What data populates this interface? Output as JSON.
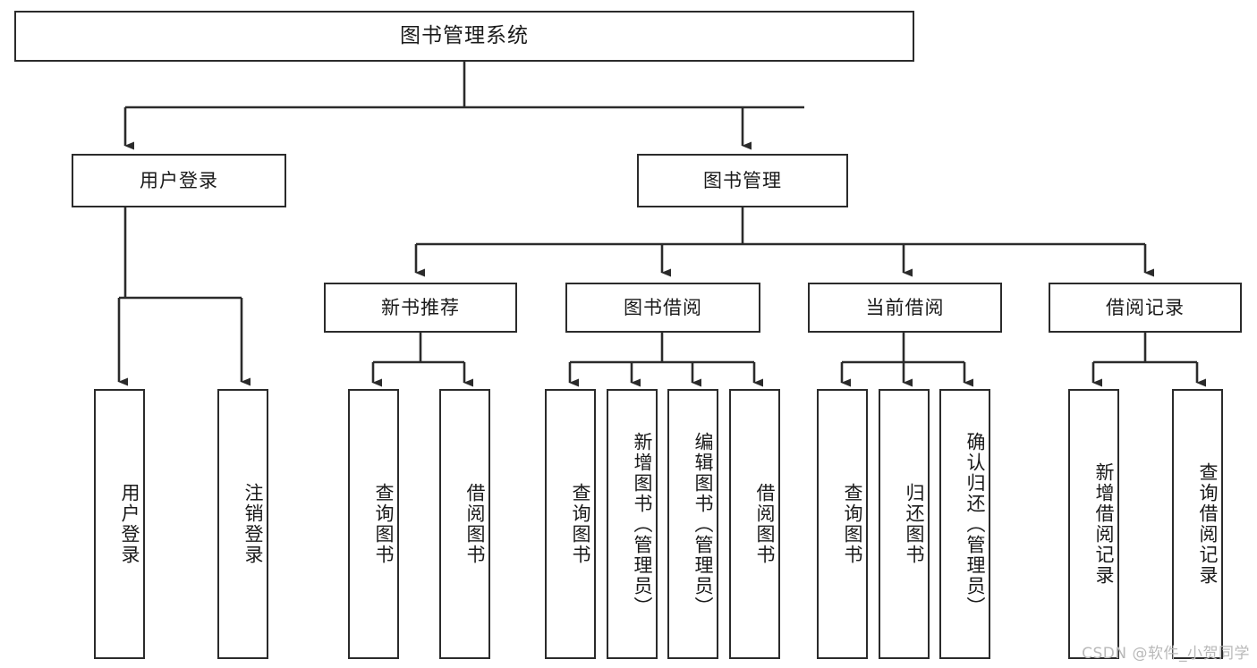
{
  "diagram": {
    "type": "tree-hierarchy-chart",
    "title": "图书管理系统",
    "colors": {
      "stroke": "#2b2b2b",
      "fill": "#ffffff",
      "text": "#1a1a1a",
      "watermark": "#b9b9b9"
    },
    "levels": {
      "level1": [
        {
          "id": "root",
          "label": "图书管理系统",
          "orientation": "horizontal"
        }
      ],
      "level2": [
        {
          "id": "user-login",
          "label": "用户登录",
          "orientation": "horizontal"
        },
        {
          "id": "book-manage",
          "label": "图书管理",
          "orientation": "horizontal"
        }
      ],
      "level3": [
        {
          "id": "new-book-recommend",
          "label": "新书推荐",
          "orientation": "horizontal",
          "parent": "book-manage"
        },
        {
          "id": "book-borrow",
          "label": "图书借阅",
          "orientation": "horizontal",
          "parent": "book-manage"
        },
        {
          "id": "current-borrow",
          "label": "当前借阅",
          "orientation": "horizontal",
          "parent": "book-manage"
        },
        {
          "id": "borrow-record",
          "label": "借阅记录",
          "orientation": "horizontal",
          "parent": "book-manage"
        }
      ],
      "level4": [
        {
          "id": "leaf-user-login",
          "label": "用户登录",
          "orientation": "vertical",
          "parent": "user-login"
        },
        {
          "id": "leaf-logout",
          "label": "注销登录",
          "orientation": "vertical",
          "parent": "user-login"
        },
        {
          "id": "leaf-query-book-1",
          "label": "查询图书",
          "orientation": "vertical",
          "parent": "new-book-recommend"
        },
        {
          "id": "leaf-borrow-book-1",
          "label": "借阅图书",
          "orientation": "vertical",
          "parent": "new-book-recommend"
        },
        {
          "id": "leaf-query-book-2",
          "label": "查询图书",
          "orientation": "vertical",
          "parent": "book-borrow"
        },
        {
          "id": "leaf-add-book",
          "label": "新增图书（管理员）",
          "orientation": "vertical",
          "parent": "book-borrow"
        },
        {
          "id": "leaf-edit-book",
          "label": "编辑图书（管理员）",
          "orientation": "vertical",
          "parent": "book-borrow"
        },
        {
          "id": "leaf-borrow-book-2",
          "label": "借阅图书",
          "orientation": "vertical",
          "parent": "book-borrow"
        },
        {
          "id": "leaf-query-book-3",
          "label": "查询图书",
          "orientation": "vertical",
          "parent": "current-borrow"
        },
        {
          "id": "leaf-return-book",
          "label": "归还图书",
          "orientation": "vertical",
          "parent": "current-borrow"
        },
        {
          "id": "leaf-confirm-return",
          "label": "确认归还（管理员）",
          "orientation": "vertical",
          "parent": "current-borrow"
        },
        {
          "id": "leaf-add-record",
          "label": "新增借阅记录",
          "orientation": "vertical",
          "parent": "borrow-record"
        },
        {
          "id": "leaf-query-record",
          "label": "查询借阅记录",
          "orientation": "vertical",
          "parent": "borrow-record"
        }
      ]
    }
  },
  "watermark": {
    "text": "CSDN @软件_小贺同学"
  }
}
